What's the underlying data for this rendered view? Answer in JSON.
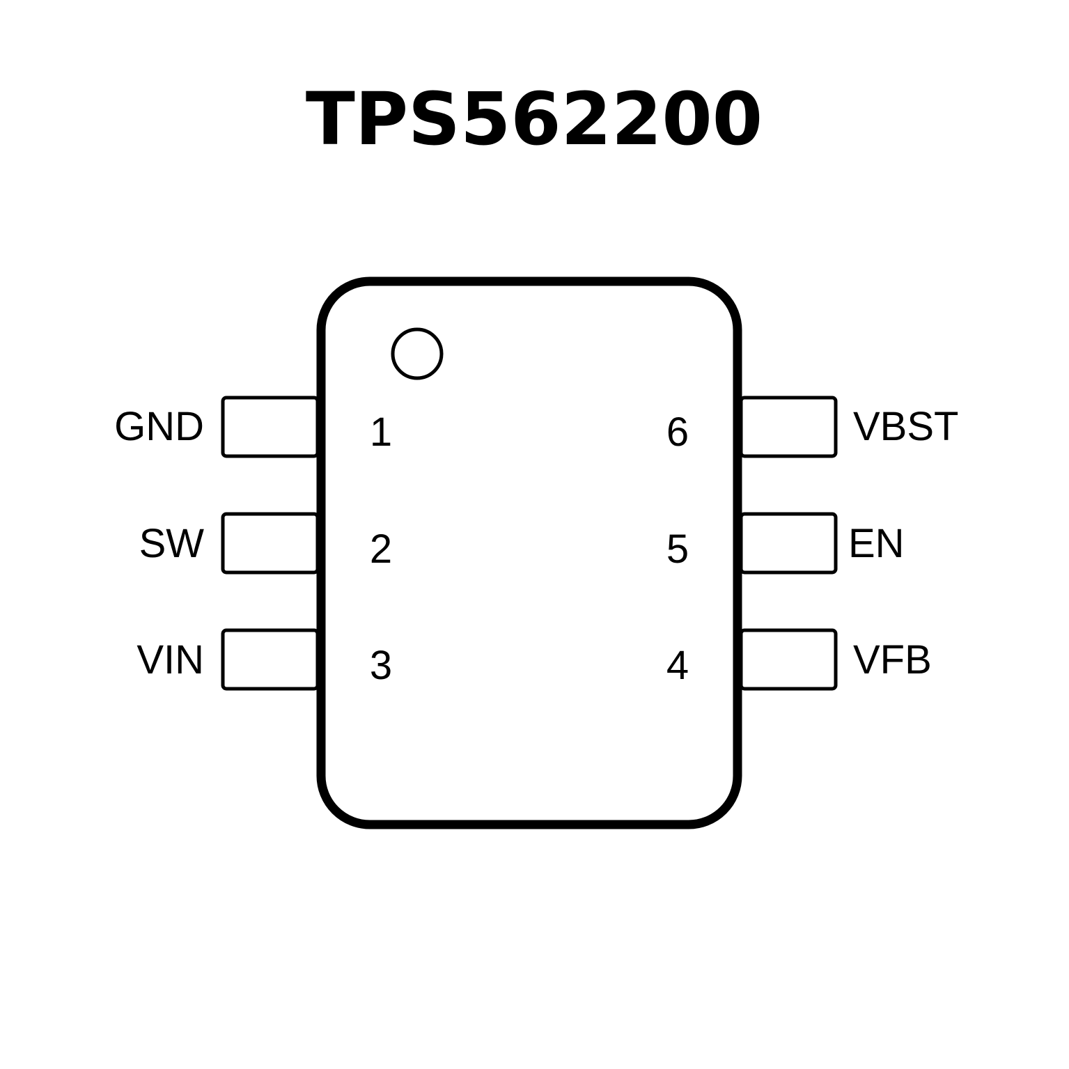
{
  "title": "TPS562200",
  "colors": {
    "stroke": "#000000",
    "background": "#ffffff"
  },
  "pins": {
    "left": [
      {
        "number": "1",
        "name": "GND"
      },
      {
        "number": "2",
        "name": "SW"
      },
      {
        "number": "3",
        "name": "VIN"
      }
    ],
    "right": [
      {
        "number": "6",
        "name": "VBST"
      },
      {
        "number": "5",
        "name": "EN"
      },
      {
        "number": "4",
        "name": "VFB"
      }
    ]
  }
}
